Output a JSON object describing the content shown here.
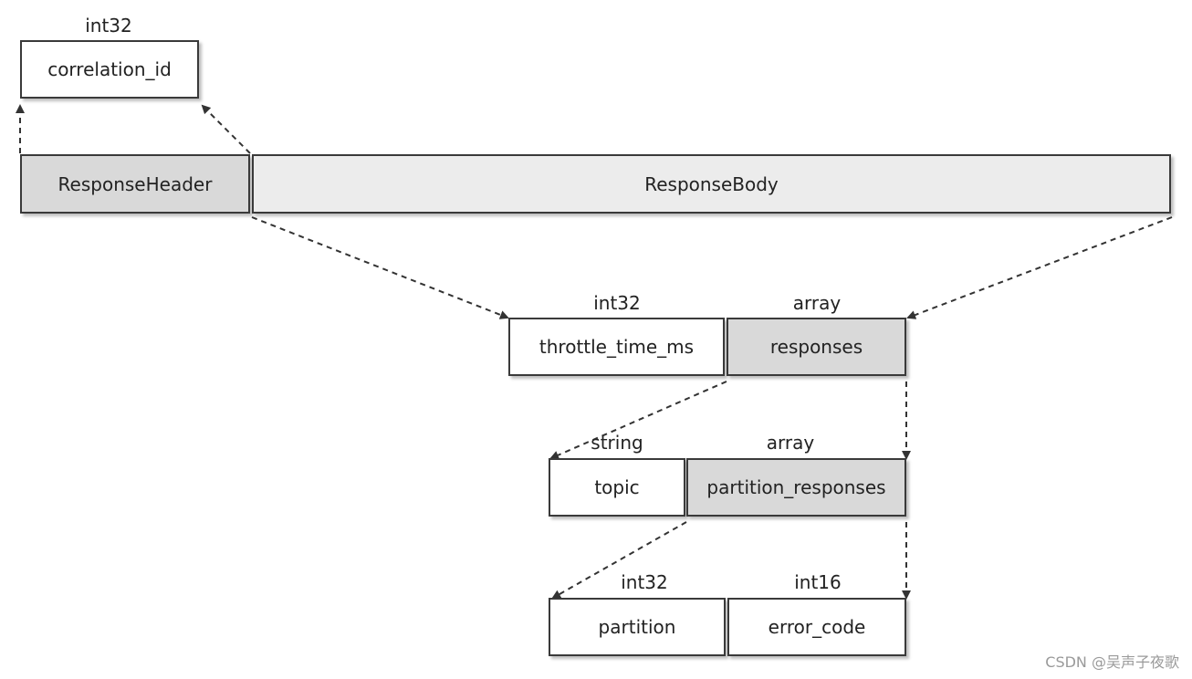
{
  "diagram": {
    "header": {
      "correlation_id": {
        "type": "int32",
        "label": "correlation_id"
      },
      "response_header": "ResponseHeader",
      "response_body": "ResponseBody"
    },
    "body": {
      "throttle_time_ms": {
        "type": "int32",
        "label": "throttle_time_ms"
      },
      "responses": {
        "type": "array",
        "label": "responses"
      }
    },
    "responses_item": {
      "topic": {
        "type": "string",
        "label": "topic"
      },
      "partition_responses": {
        "type": "array",
        "label": "partition_responses"
      }
    },
    "partition_item": {
      "partition": {
        "type": "int32",
        "label": "partition"
      },
      "error_code": {
        "type": "int16",
        "label": "error_code"
      }
    }
  },
  "watermark": "CSDN @吴声子夜歌",
  "colors": {
    "box_border": "#3a3a3a",
    "shaded_fill": "#d9d9d9",
    "light_fill": "#ececec",
    "arrow": "#333333"
  }
}
